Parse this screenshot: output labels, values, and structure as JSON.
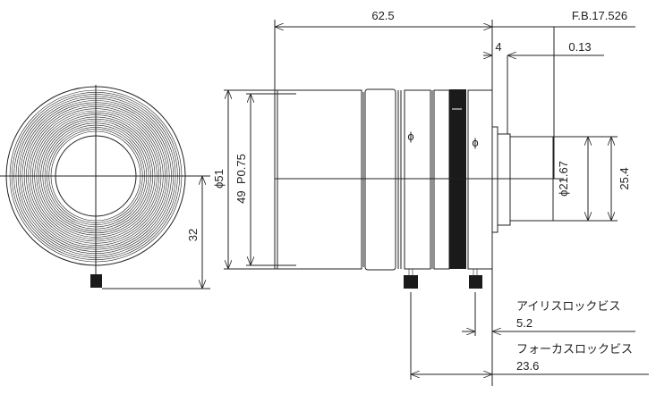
{
  "dimensions": {
    "overall_length": "62.5",
    "flange_back": "F.B.17.526",
    "mount_length": "4",
    "gap": "0.13",
    "outer_diameter": "ϕ51",
    "filter_thread": "49  P0.75",
    "center_to_screw": "32",
    "mount_diameter": "ϕ21.67",
    "thread_diameter": "25.4"
  },
  "callouts": {
    "iris_lock_label": "アイリスロックビス",
    "iris_lock_value": "5.2",
    "focus_lock_label": "フォーカスロックビス",
    "focus_lock_value": "23.6"
  }
}
